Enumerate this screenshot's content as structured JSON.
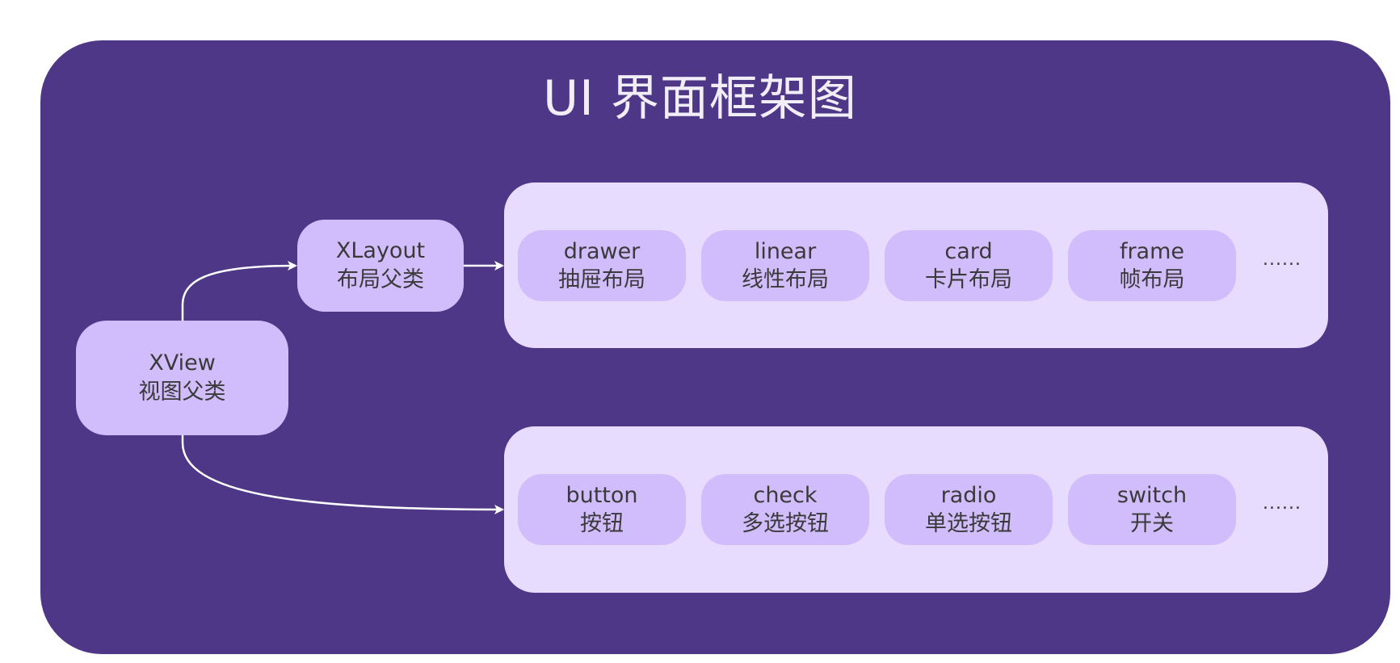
{
  "title": "UI 界面框架图",
  "colors": {
    "frame": "#4f3788",
    "node": "#d1bcfc",
    "container": "#e7dcfe",
    "text": "#3a3a3a",
    "title": "#f2eef8",
    "arrow": "#ffffff"
  },
  "nodes": {
    "xview": {
      "en": "XView",
      "zh": "视图父类"
    },
    "xlayout": {
      "en": "XLayout",
      "zh": "布局父类"
    }
  },
  "layouts": {
    "items": [
      {
        "en": "drawer",
        "zh": "抽屉布局"
      },
      {
        "en": "linear",
        "zh": "线性布局"
      },
      {
        "en": "card",
        "zh": "卡片布局"
      },
      {
        "en": "frame",
        "zh": "帧布局"
      }
    ],
    "more": "......"
  },
  "widgets": {
    "items": [
      {
        "en": "button",
        "zh": "按钮"
      },
      {
        "en": "check",
        "zh": "多选按钮"
      },
      {
        "en": "radio",
        "zh": "单选按钮"
      },
      {
        "en": "switch",
        "zh": "开关"
      }
    ],
    "more": "......"
  },
  "edges": [
    {
      "from": "XView",
      "to": "XLayout"
    },
    {
      "from": "XLayout",
      "to": "layouts"
    },
    {
      "from": "XView",
      "to": "widgets"
    }
  ]
}
